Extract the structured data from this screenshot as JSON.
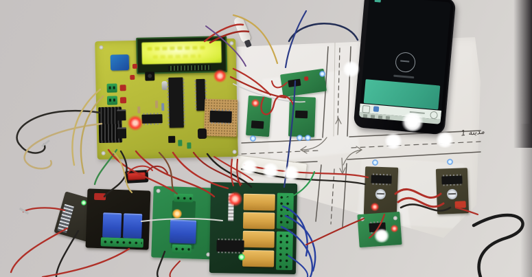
{
  "scene": {
    "type": "photograph",
    "description": "Prototype smart traffic-control project on a white table: controller PCB with backlit LCD, relay boards, IR sensor modules taped to a whiteboard road-intersection model with lit white LEDs, and a smartphone running a control app",
    "board_label_text": "مدينة 1"
  },
  "objects": [
    {
      "name": "controller-pcb",
      "desc": "yellow-green main board with 16x2 LCD (green backlight on), 40-pin microcontroller, terminal blocks, heatsink, red indicator LEDs, perfboard daughter card"
    },
    {
      "name": "road-model-board",
      "desc": "white foam board with hand-drawn crossroad, dashed lanes, turn arrows, handwritten Arabic label"
    },
    {
      "name": "smartphone",
      "desc": "black phone, dark app screen with outlined connect button, teal message panel, keyboard suggestion bar"
    },
    {
      "name": "relay-board-2ch",
      "desc": "black PCB with two blue relays and green terminal strip"
    },
    {
      "name": "relay-board-1ch",
      "desc": "green PCB with single blue relay, amber LED lit"
    },
    {
      "name": "relay-board-4ch",
      "desc": "dark green PCB with four orange relays, screw terminals, red LED lit"
    },
    {
      "name": "bluetooth-module",
      "desc": "small module with shiny pin header"
    },
    {
      "name": "ir-sensor-modules",
      "desc": "green and olive sensor boards taped to the road model, blue emitter LEDs, potentiometers"
    },
    {
      "name": "led-strip",
      "desc": "white LED strip segment, LEDs lit"
    },
    {
      "name": "white-leds",
      "count": 8
    },
    {
      "name": "jumper-wires",
      "colors": [
        "red",
        "black",
        "yellow",
        "blue",
        "green",
        "brown",
        "white"
      ]
    }
  ],
  "palette": {
    "wall": "#c9c5c4",
    "table": "#dcd8d5",
    "whiteboard": "#e9e6e2",
    "main_pcb": "#b4b838",
    "lcd_glow": "#eef763",
    "relay_blue": "#2d4fc0",
    "relay_orange": "#d6a244",
    "relay_board_dark_green": "#16351e",
    "module_green": "#2f8a4c",
    "sensor_olive": "#45412f",
    "phone_body": "#0a0a0d",
    "phone_panel_teal": "#3fae92",
    "wire_red": "#b43028",
    "wire_black": "#24221f",
    "wire_yellow": "#c9b36a",
    "wire_blue": "#2840a0",
    "led_red": "#ff3b30",
    "led_white": "#ffffff"
  }
}
